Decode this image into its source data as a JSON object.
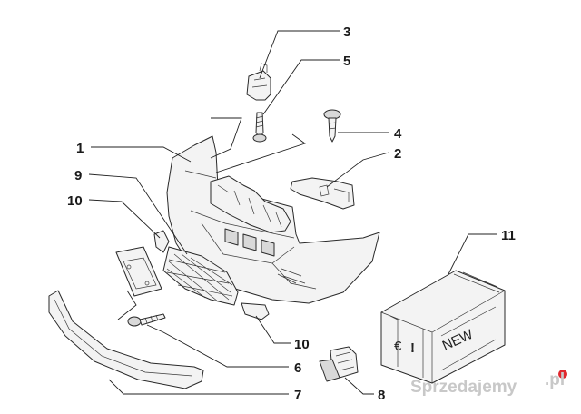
{
  "callouts": {
    "c1": "1",
    "c2": "2",
    "c3": "3",
    "c4": "4",
    "c5": "5",
    "c6": "6",
    "c7": "7",
    "c8": "8",
    "c9": "9",
    "c10a": "10",
    "c10b": "10",
    "c11": "11"
  },
  "box": {
    "new_label": "NEW",
    "euro_symbol": "€",
    "mark": "!"
  },
  "watermark": {
    "text": "Sprzedajemy",
    "suffix": ".pl",
    "color": "#c8c8c8",
    "accent_color": "#e0282e"
  }
}
